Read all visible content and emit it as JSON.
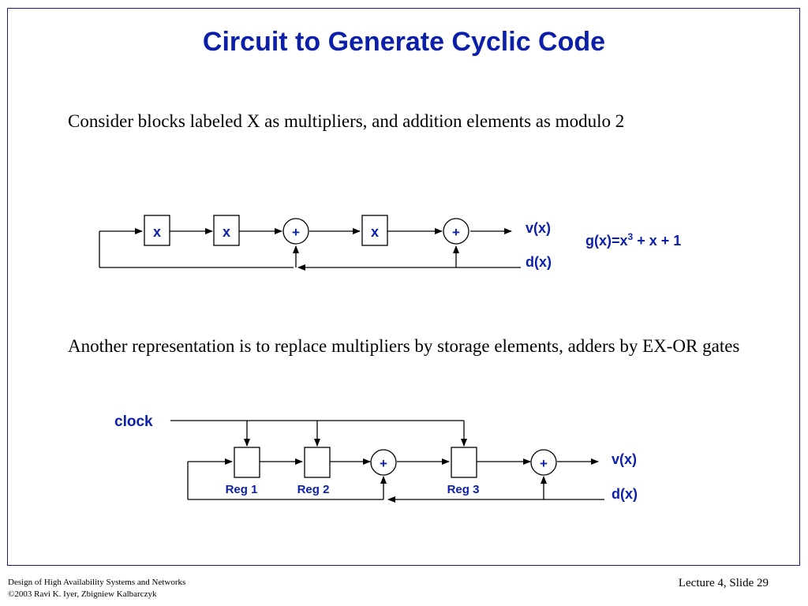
{
  "slide": {
    "title": "Circuit to Generate Cyclic Code",
    "text1": "Consider blocks labeled X as multipliers, and addition elements as modulo 2",
    "text2": "Another representation is to replace multipliers by storage elements, adders by EX-OR gates"
  },
  "diagram1": {
    "multiplier_label": "x",
    "adder_label": "+",
    "output_label": "v(x)",
    "input_label": "d(x)",
    "polynomial_base": "g(x)=x",
    "polynomial_exp": "3",
    "polynomial_rest": " + x + 1"
  },
  "diagram2": {
    "clock_label": "clock",
    "adder_label": "+",
    "reg1_label": "Reg 1",
    "reg2_label": "Reg 2",
    "reg3_label": "Reg 3",
    "output_label": "v(x)",
    "input_label": "d(x)"
  },
  "footer": {
    "course": "Design of High Availability Systems and Networks",
    "copyright": "©2003 Ravi K. Iyer, Zbigniew Kalbarczyk",
    "slide_ref": "Lecture 4, Slide 29"
  },
  "colors": {
    "accent": "#0b1fa8",
    "line": "#000000"
  }
}
